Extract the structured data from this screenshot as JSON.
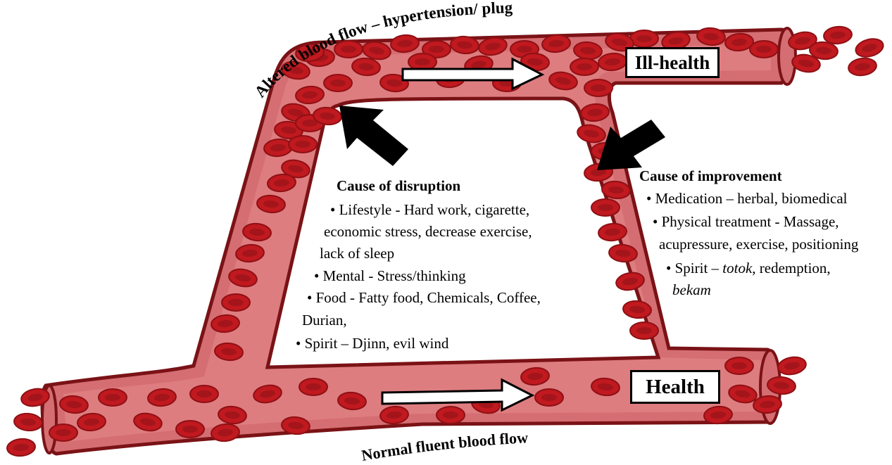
{
  "curved_labels": {
    "top": "Altered blood flow – hypertension/ plug",
    "bottom": "Normal fluent blood flow"
  },
  "states": {
    "ill_health": "Ill-health",
    "health": "Health"
  },
  "disruption": {
    "heading": "Cause of disruption",
    "lines": [
      "• Lifestyle - Hard work, cigarette,",
      "economic stress, decrease exercise,",
      "lack of sleep",
      "• Mental - Stress/thinking",
      "• Food - Fatty food, Chemicals, Coffee,",
      "Durian,",
      "• Spirit – Djinn, evil wind"
    ]
  },
  "improvement": {
    "heading": "Cause of improvement",
    "lines": [
      "• Medication – herbal, biomedical",
      "• Physical treatment - Massage,",
      "acupressure, exercise, positioning"
    ],
    "spirit_prefix": "• Spirit – ",
    "spirit_term1": "totok",
    "spirit_mid": ", redemption,",
    "spirit_term2": "bekam"
  },
  "colors": {
    "vessel_wall": "#7a1216",
    "vessel_fill": "#d56e72",
    "vessel_light": "#f1aeb0",
    "cell": "#c0191f",
    "cell_dark": "#8e1014",
    "cell_inner": "#a3151a"
  }
}
